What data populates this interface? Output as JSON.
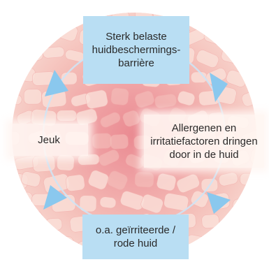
{
  "diagram": {
    "nodes": {
      "top": {
        "text": "Sterk belaste\nhuidbeschermings-\nbarrière"
      },
      "right": {
        "text": "Allergenen en\nirritatiefactoren dringen\ndoor in de huid"
      },
      "bottom": {
        "text": "o.a. geïrriteerde /\nrode huid"
      },
      "left": {
        "text": "Jeuk"
      }
    },
    "colors": {
      "box_blue": "#b9def3",
      "arrow_blue": "#8ac8ee",
      "skin_outer": "#f6c9c4",
      "skin_inner": "#ee9d9f",
      "cell": "#fbe1da",
      "ring": "#cfe3f4"
    }
  }
}
